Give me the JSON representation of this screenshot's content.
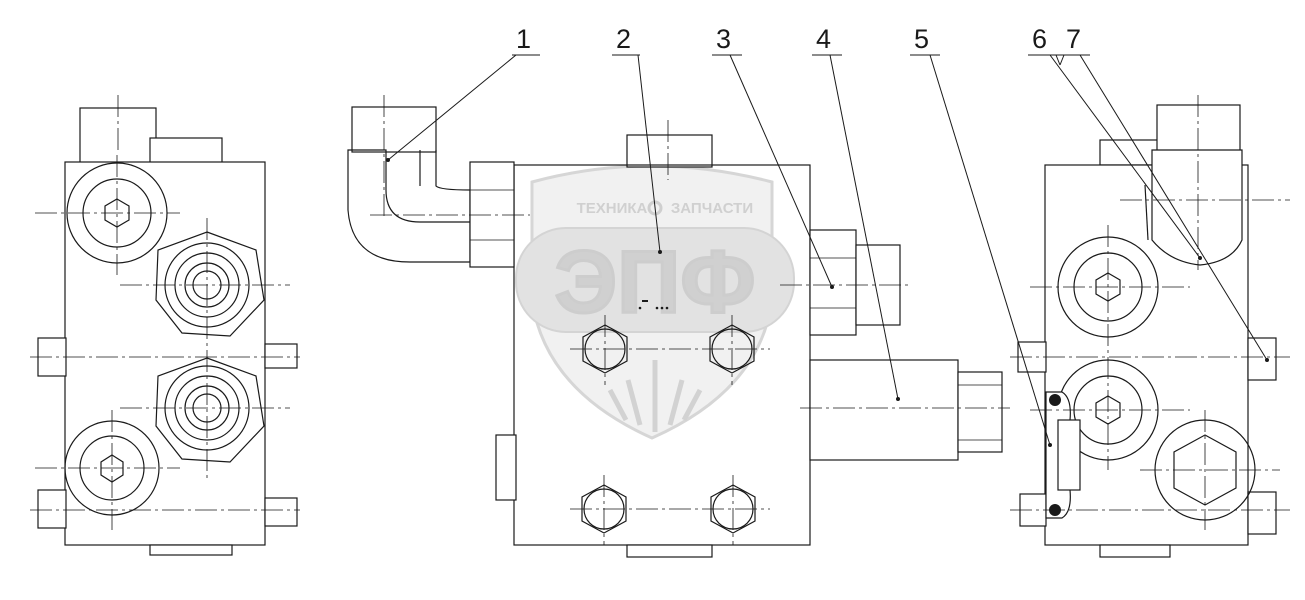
{
  "callouts": [
    {
      "label": "1"
    },
    {
      "label": "2"
    },
    {
      "label": "3"
    },
    {
      "label": "4"
    },
    {
      "label": "5"
    },
    {
      "label": "6"
    },
    {
      "label": "7"
    }
  ],
  "watermark": {
    "top_text_left": "ТЕХНИКА",
    "top_text_right": "ЗАПЧАСТИ",
    "main_text": "ЭПФ"
  },
  "colors": {
    "line": "#1a1a1a",
    "background": "#ffffff",
    "watermark": "#d0d0d0"
  }
}
